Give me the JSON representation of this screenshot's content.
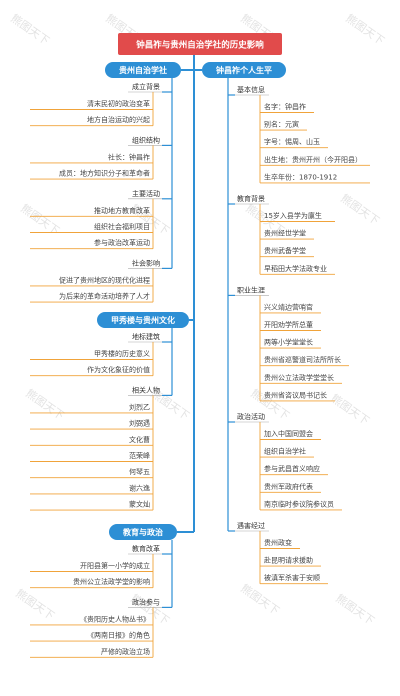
{
  "title": "钟昌祚与贵州自治学社的历史影响",
  "watermark": "熊图天下",
  "colors": {
    "title_bg": "#e14b4b",
    "branch_bg": "#2d8fd5",
    "trunk": "#2d8fd5",
    "leaf_line": "#f0a33a",
    "category_line": "#aaaaaa"
  },
  "left": [
    {
      "name": "贵州自治学社",
      "groups": [
        {
          "label": "成立背景",
          "items": [
            "清末民初的政治变革",
            "地方自治运动的兴起"
          ]
        },
        {
          "label": "组织结构",
          "items": [
            "社长：钟昌祚",
            "成员：地方知识分子和革命者"
          ]
        },
        {
          "label": "主要活动",
          "items": [
            "推动地方教育改革",
            "组织社会福利项目",
            "参与政治改革运动"
          ]
        },
        {
          "label": "社会影响",
          "items": [
            "促进了贵州地区的现代化进程",
            "为后来的革命活动培养了人才"
          ]
        }
      ]
    },
    {
      "name": "甲秀楼与贵州文化",
      "groups": [
        {
          "label": "地标建筑",
          "items": [
            "甲秀楼的历史意义",
            "作为文化象征的价值"
          ]
        },
        {
          "label": "相关人物",
          "items": [
            "刘烈乙",
            "刘弼遇",
            "文化曹",
            "范荣峰",
            "何琴五",
            "谢六逸",
            "蒙文灿"
          ]
        }
      ]
    },
    {
      "name": "教育与政治",
      "groups": [
        {
          "label": "教育改革",
          "items": [
            "开阳县第一小学的成立",
            "贵州公立法政学堂的影响"
          ]
        },
        {
          "label": "政治参与",
          "items": [
            "《贵阳历史人物丛书》",
            "《两南日报》的角色",
            "严修的政治立场"
          ]
        }
      ]
    }
  ],
  "right": {
    "name": "钟昌祚个人生平",
    "groups": [
      {
        "label": "基本信息",
        "items": [
          "名字：钟昌祚",
          "别名：元寅",
          "字号：惕周、山玉",
          "出生地：贵州开州（今开阳县）",
          "生卒年份：1870-1912"
        ]
      },
      {
        "label": "教育背景",
        "items": [
          "15岁入县学为廪生",
          "贵州经世学堂",
          "贵州武备学堂",
          "早稻田大学法政专业"
        ]
      },
      {
        "label": "职业生涯",
        "items": [
          "兴义靖边营哨官",
          "开阳劝学所总董",
          "两等小学堂堂长",
          "贵州省巡警道司法所所长",
          "贵州公立法政学堂堂长",
          "贵州省咨议局书记长"
        ]
      },
      {
        "label": "政治活动",
        "items": [
          "加入中国同盟会",
          "组织自治学社",
          "参与武昌首义响应",
          "贵州军政府代表",
          "南京临时参议院参议员"
        ]
      },
      {
        "label": "遇害经过",
        "items": [
          "贵州政变",
          "赴昆明请求援助",
          "被滇军杀害于安顺"
        ]
      }
    ]
  }
}
